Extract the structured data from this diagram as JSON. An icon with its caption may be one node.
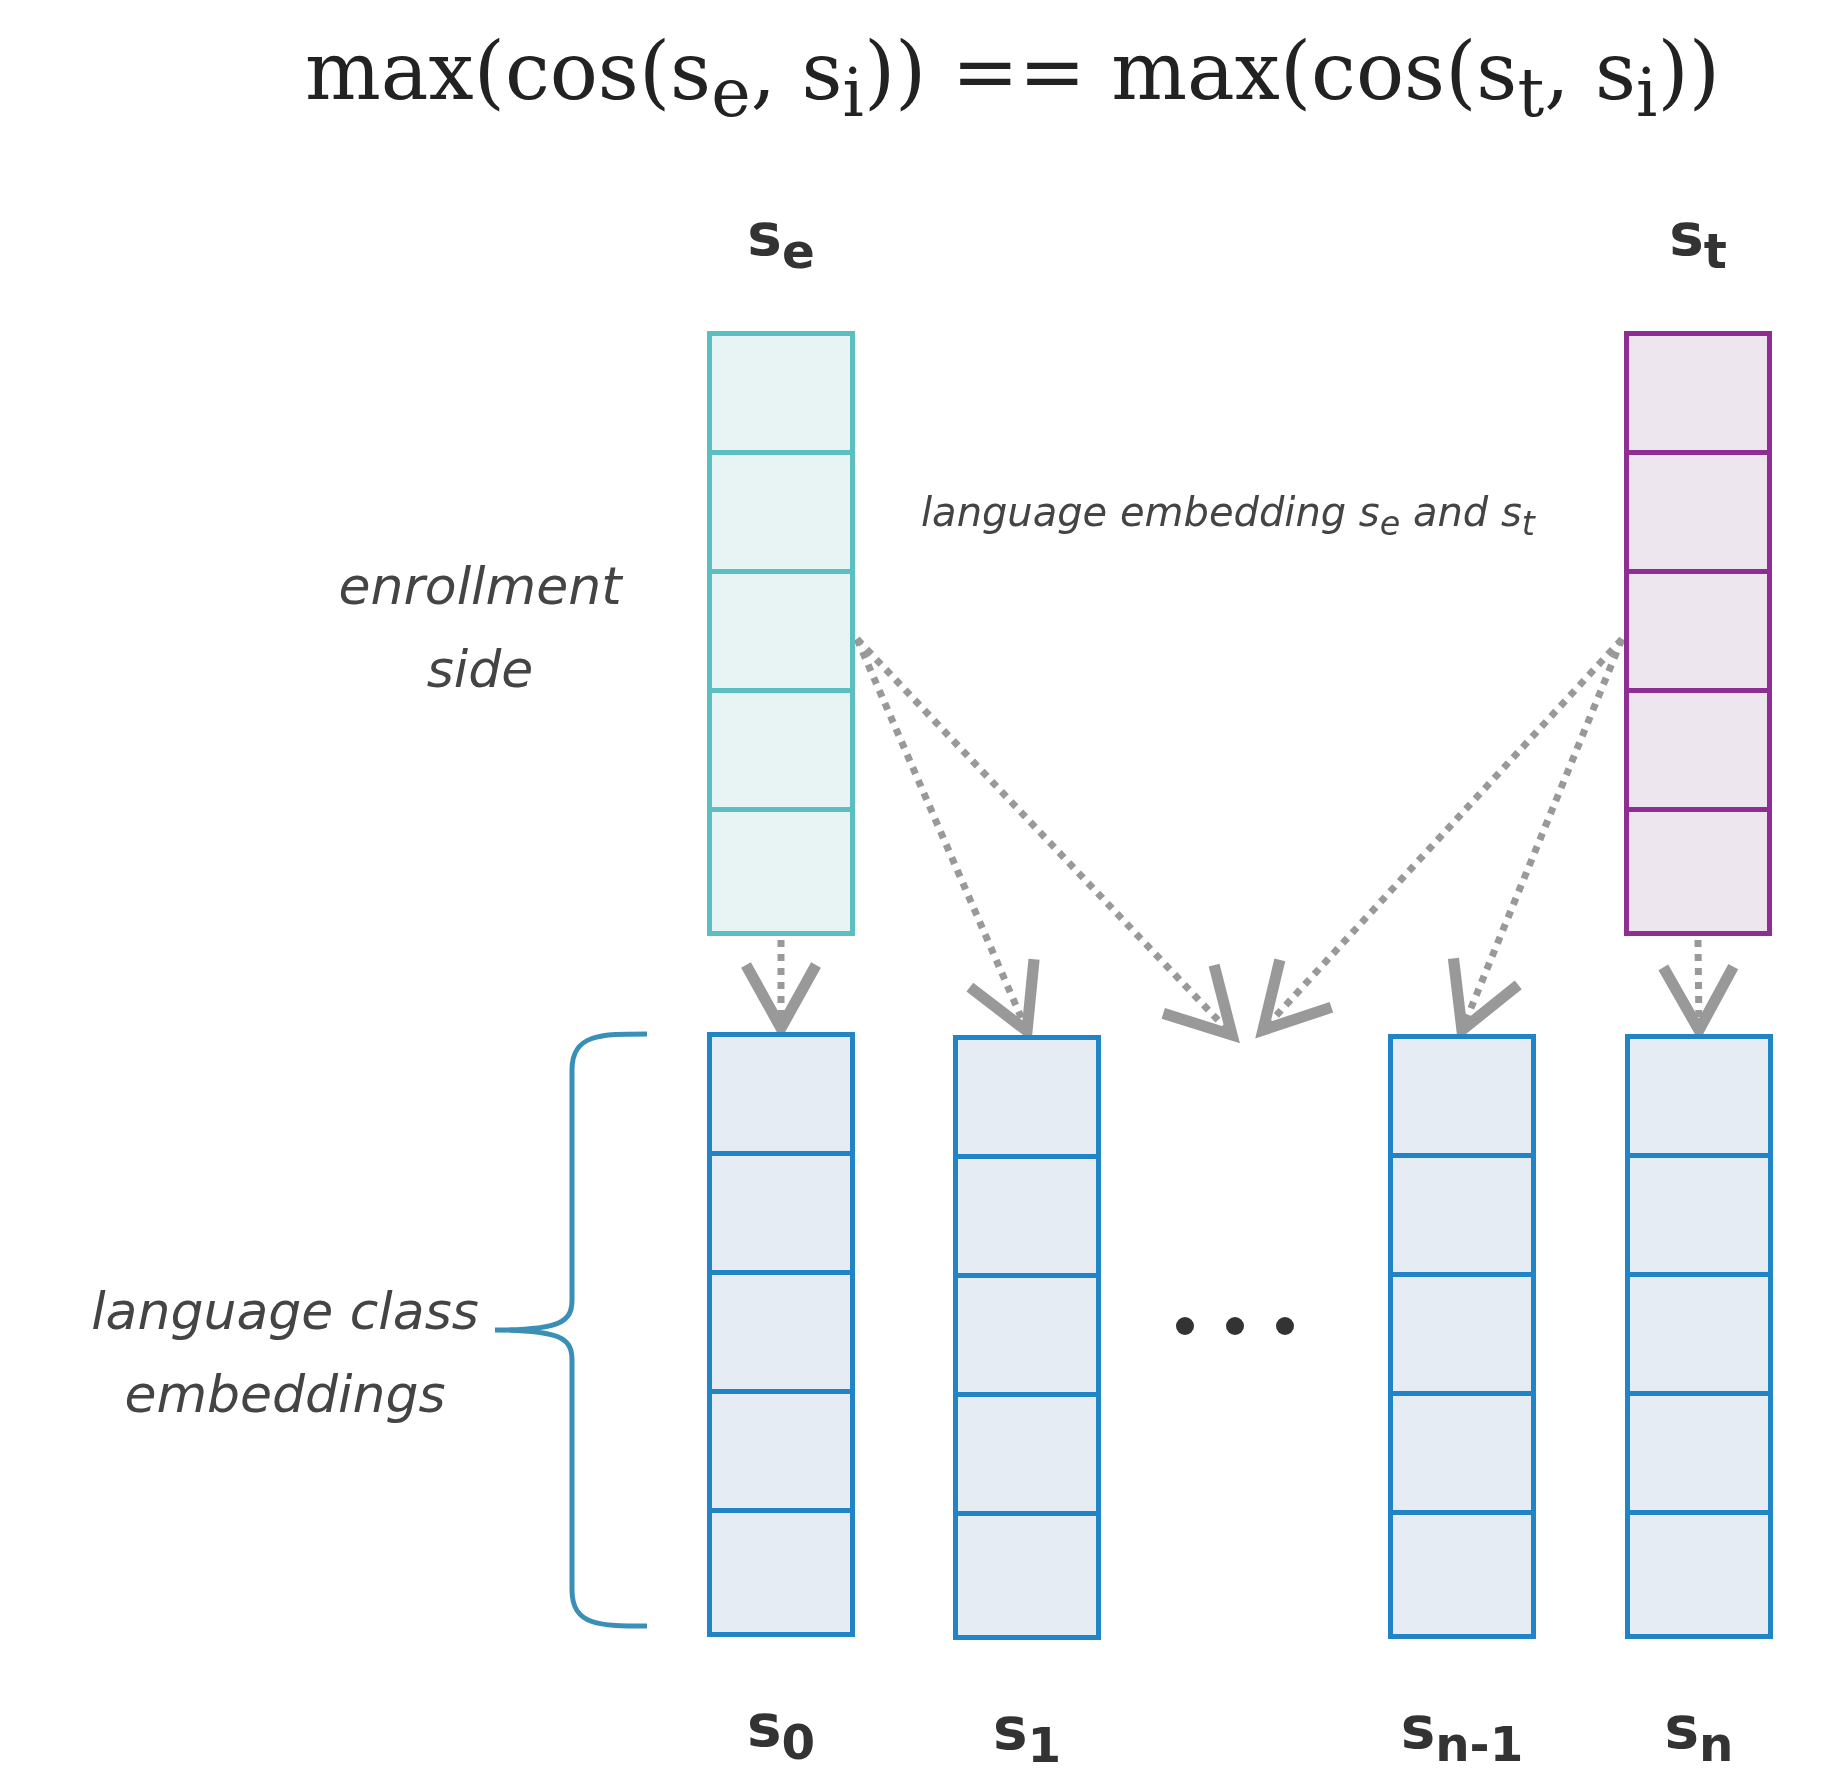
{
  "diagram": {
    "title": "max(cos(s$_{e}$, s$_{i}$)) == max(cos(s$_{t}$, s$_{i}$))",
    "nodes": [
      {
        "text": [
          "s$_{e}$"
        ]
      },
      {
        "text": [
          "s$_{t}$"
        ]
      },
      {
        "text": [
          "s$_{0}$"
        ]
      },
      {
        "text": [
          "s$_{1}$"
        ]
      },
      {
        "text": [
          "s$_{n-1}$"
        ]
      },
      {
        "text": [
          "s$_{n}$"
        ]
      }
    ],
    "edges": [
      {
        "from": 0,
        "to": 2,
        "arrow": "to",
        "style": "dashed"
      },
      {
        "from": 0,
        "to": 3,
        "arrow": "to",
        "style": "dashed"
      },
      {
        "from": 0,
        "to": null,
        "arrow": "to",
        "style": "dashed"
      },
      {
        "from": 1,
        "to": null,
        "arrow": "to",
        "style": "dashed"
      },
      {
        "from": 1,
        "to": 4,
        "arrow": "to",
        "style": "dashed"
      },
      {
        "from": 1,
        "to": 5,
        "arrow": "to",
        "style": "dashed"
      }
    ],
    "labels": [
      "enrollment side",
      "language embedding s$_{e}$ and s$_{t}$",
      "language class embeddings"
    ]
  }
}
